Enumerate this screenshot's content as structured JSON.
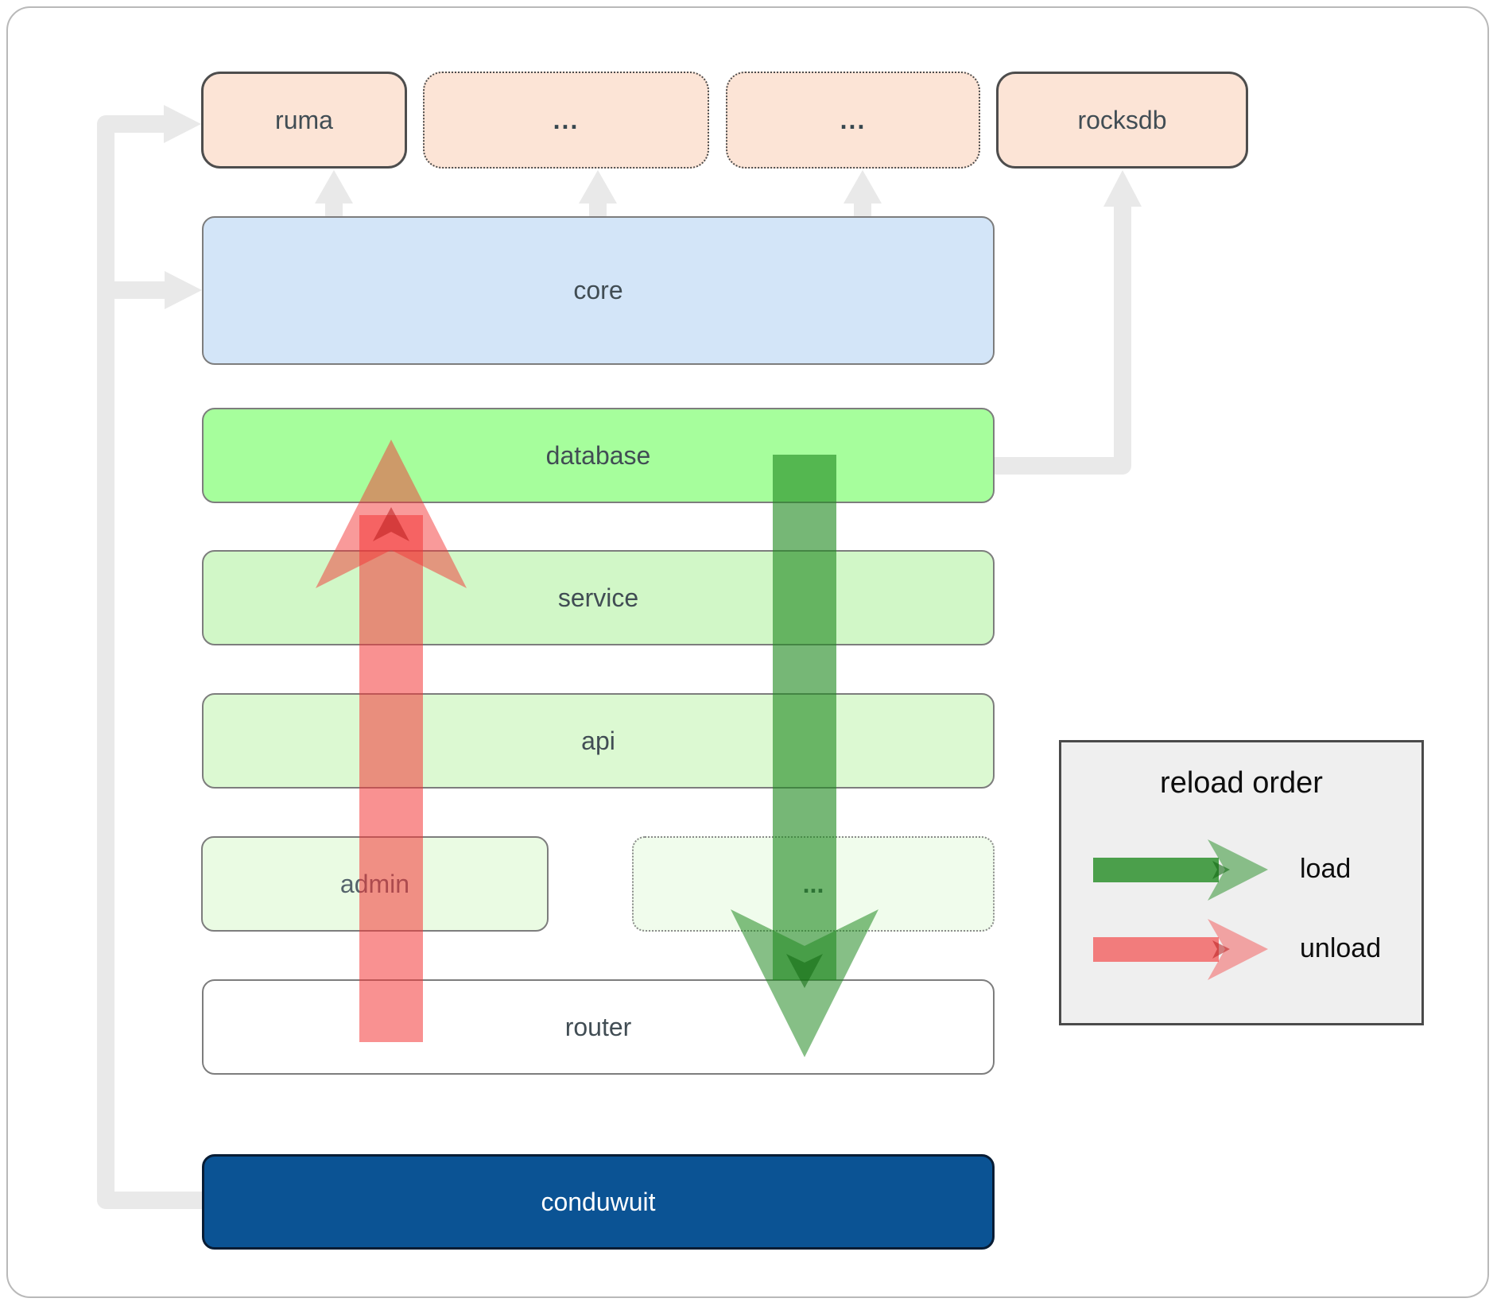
{
  "diagram": {
    "title_hint": "conduwuit crate architecture with reload order",
    "nodes": {
      "ruma": {
        "label": "ruma"
      },
      "ext1": {
        "label": "..."
      },
      "ext2": {
        "label": "..."
      },
      "rocksdb": {
        "label": "rocksdb"
      },
      "core": {
        "label": "core"
      },
      "database": {
        "label": "database"
      },
      "service": {
        "label": "service"
      },
      "api": {
        "label": "api"
      },
      "admin": {
        "label": "admin"
      },
      "admin_ext": {
        "label": "..."
      },
      "router": {
        "label": "router"
      },
      "conduwuit": {
        "label": "conduwuit"
      }
    },
    "edges_gray": [
      "conduwuit -> ruma",
      "conduwuit -> core",
      "core -> ruma",
      "core -> ext1",
      "core -> ext2",
      "database -> rocksdb"
    ],
    "flow_arrows": [
      {
        "name": "load",
        "direction": "down",
        "from": "database",
        "to": "router"
      },
      {
        "name": "unload",
        "direction": "up",
        "from": "router",
        "to": "database"
      }
    ]
  },
  "legend": {
    "title": "reload order",
    "load_label": "load",
    "unload_label": "unload"
  },
  "colors": {
    "external_crate_fill": "#fce4d6",
    "core_fill": "#d3e5f8",
    "database_fill": "#a6fe9c",
    "service_fill": "#d1f7c7",
    "api_fill": "#dcf9d2",
    "admin_fill": "#eafbe3",
    "router_fill": "#ffffff",
    "conduwuit_fill": "#0b5394",
    "load_arrow_green": "#228b22",
    "unload_arrow_red": "#f43636",
    "connector_gray": "#e9e9e9",
    "legend_bg": "#efefef",
    "label_text": "#414d54"
  }
}
